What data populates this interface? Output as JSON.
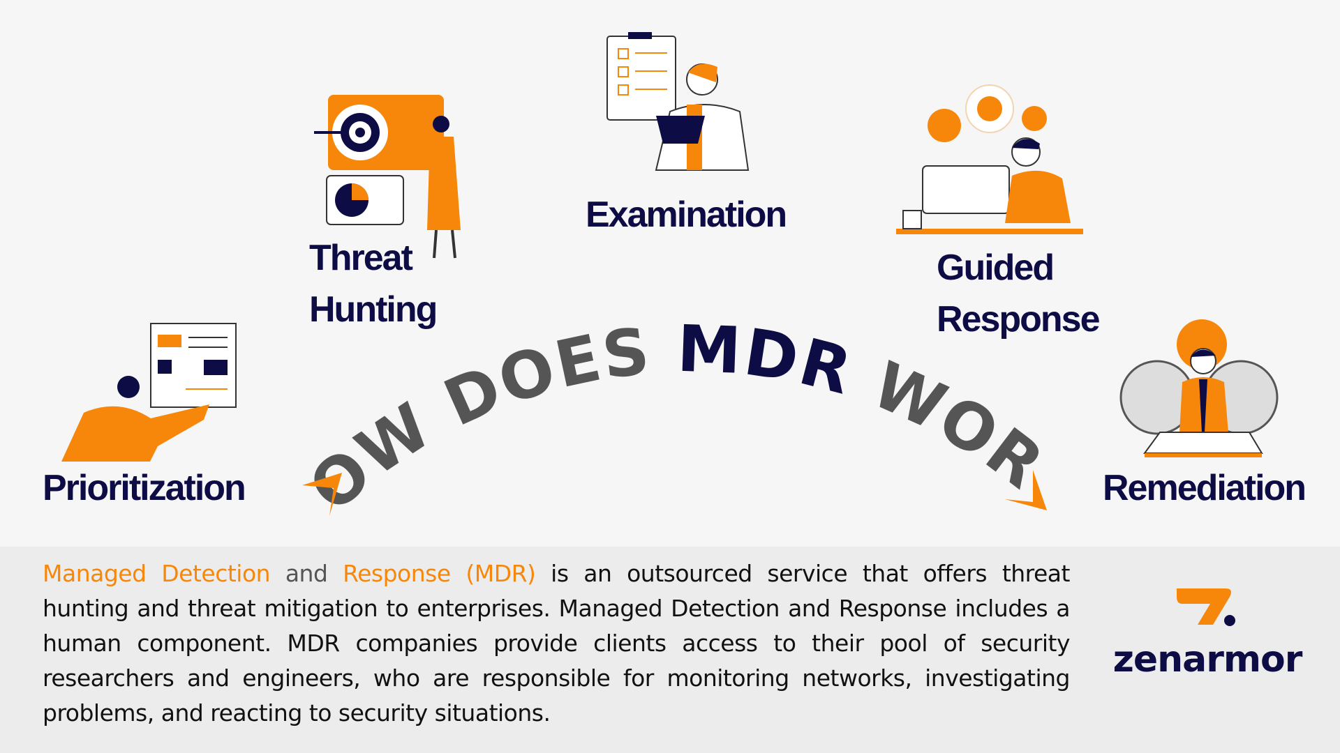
{
  "title": {
    "part1": "HOW DOES ",
    "part2": "MDR",
    "part3": " WORK?"
  },
  "steps": [
    {
      "line1": "Prioritization",
      "line2": ""
    },
    {
      "line1": "Threat",
      "line2": "Hunting"
    },
    {
      "line1": "Examination",
      "line2": ""
    },
    {
      "line1": "Guided",
      "line2": "Response"
    },
    {
      "line1": "Remediation",
      "line2": ""
    }
  ],
  "description": {
    "term1": "Managed Detection",
    "joiner": "and",
    "term2": "Response (MDR)",
    "body": "is an outsourced service that offers threat hunting and threat mitigation to enterprises. Managed Detection and Response includes a human component. MDR companies provide clients access to their pool of security researchers and engineers, who are responsible for monitoring networks, investigating problems, and reacting to security situations."
  },
  "logo": {
    "name": "zenarmor"
  },
  "colors": {
    "accent": "#f7870a",
    "navy": "#0d0c45",
    "title_gray": "#555555"
  }
}
